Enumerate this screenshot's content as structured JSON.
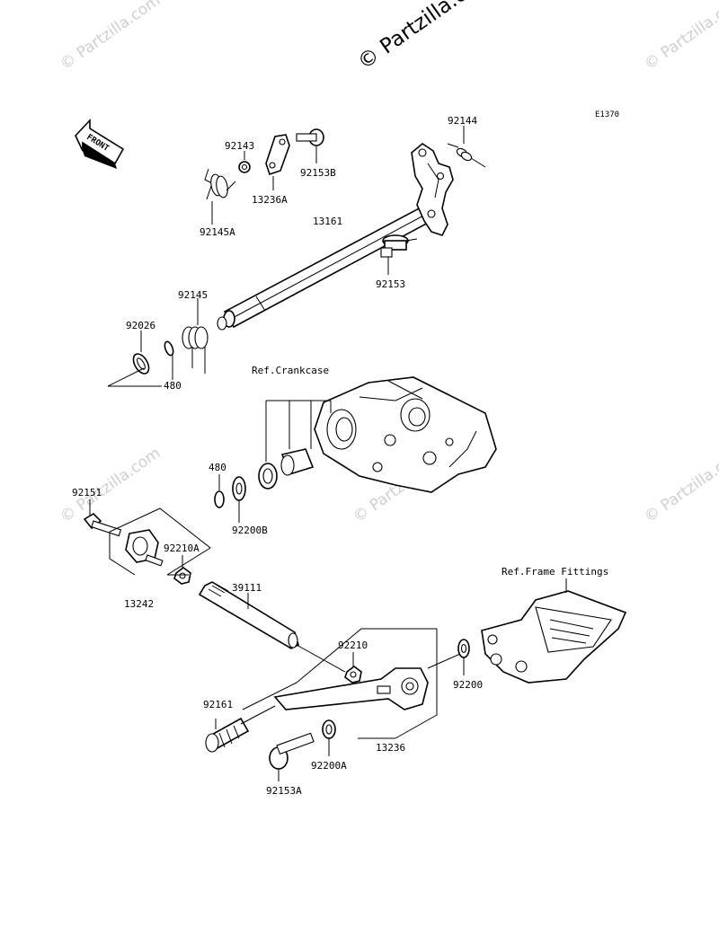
{
  "diagram": {
    "code": "E1370",
    "front_arrow_label": "FRONT",
    "watermark_main": "© Partzilla.com",
    "watermark_small": "© Partzilla.com",
    "refs": {
      "crankcase": "Ref.Crankcase",
      "frame_fittings": "Ref.Frame Fittings"
    },
    "parts": {
      "p92144": "92144",
      "p92143": "92143",
      "p92153B": "92153B",
      "p13236A": "13236A",
      "p92145A": "92145A",
      "p13161": "13161",
      "p92153": "92153",
      "p92145": "92145",
      "p92026": "92026",
      "p480_top": "480",
      "p480_mid": "480",
      "p92200B": "92200B",
      "p92151": "92151",
      "p92210A": "92210A",
      "p13242": "13242",
      "p39111": "39111",
      "p92210": "92210",
      "p92200": "92200",
      "p92161": "92161",
      "p92200A": "92200A",
      "p13236": "13236",
      "p92153A": "92153A"
    }
  }
}
